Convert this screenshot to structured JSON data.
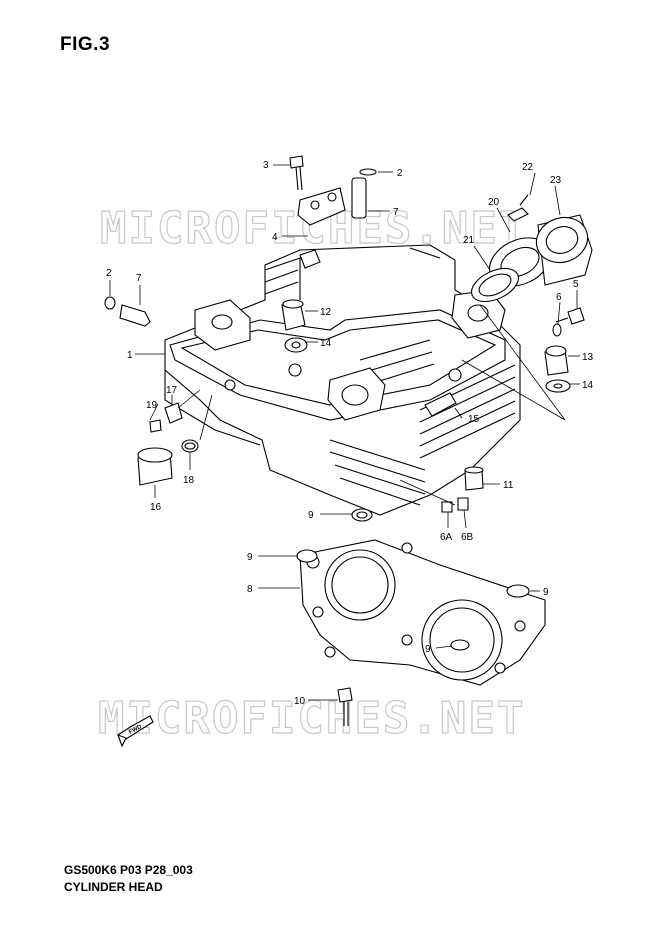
{
  "figure": {
    "title": "FIG.3",
    "code": "GS500K6 P03 P28_003",
    "name": "CYLINDER HEAD"
  },
  "watermark": "MICROFICHES.NET",
  "fwd_label": "FWD",
  "callouts": {
    "c1": "1",
    "c2a": "2",
    "c2b": "2",
    "c3": "3",
    "c4": "4",
    "c5": "5",
    "c6": "6",
    "c6a": "6A",
    "c6b": "6B",
    "c7a": "7",
    "c7b": "7",
    "c8": "8",
    "c9a": "9",
    "c9b": "9",
    "c9c": "9",
    "c9d": "9",
    "c10": "10",
    "c11": "11",
    "c12": "12",
    "c13": "13",
    "c14a": "14",
    "c14b": "14",
    "c15": "15",
    "c16": "16",
    "c17": "17",
    "c18": "18",
    "c19": "19",
    "c20": "20",
    "c21": "21",
    "c22": "22",
    "c23": "23"
  }
}
